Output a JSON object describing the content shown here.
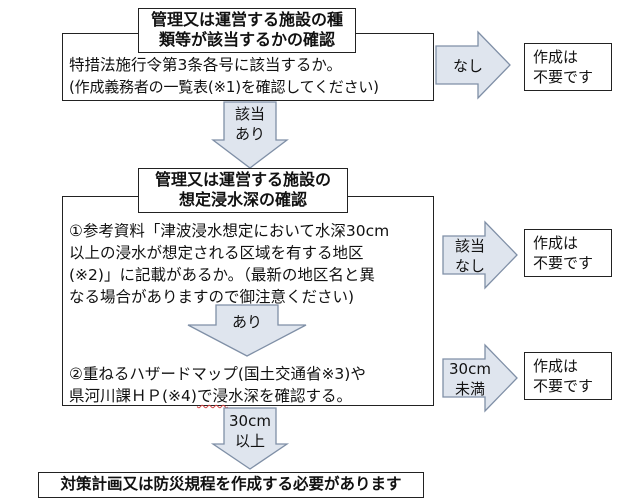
{
  "colors": {
    "arrow_fill": "#dfe5ee",
    "arrow_stroke": "#7f8fa6",
    "border": "#222222",
    "spell_check": "#d04040"
  },
  "step1": {
    "title_lines": [
      "管理又は運営する施設の種",
      "類等が該当するかの確認"
    ],
    "body_lines": [
      "特措法施行令第3条各号に該当するか。",
      "(作成義務者の一覧表(※1)を確認してください)"
    ]
  },
  "step2": {
    "title_lines": [
      "管理又は運営する施設の",
      "想定浸水深の確認"
    ],
    "item1_lines": [
      "①参考資料「津波浸水想定において水深30cm",
      "以上の浸水が想定される区域を有する地区",
      "(※2)」に記載があるか。（最新の地区名と異",
      "なる場合がありますので御注意ください)"
    ],
    "inner_arrow_label": "あり",
    "item2_line1": "②重ねるハザードマップ(国土交通省※3)や",
    "item2_line2_pre": "県河川課ＨＰ(※4)",
    "item2_line2_mark": "で浸",
    "item2_line2_post": "水深を確認する。"
  },
  "arrows": {
    "step1_right": "なし",
    "step1_down": [
      "該当",
      "あり"
    ],
    "item1_right": [
      "該当",
      "なし"
    ],
    "item2_right": [
      "30cm",
      "未満"
    ],
    "step2_down": [
      "30cm",
      "以上"
    ]
  },
  "outcomes": {
    "not_required_1": [
      "作成は",
      "不要です"
    ],
    "not_required_2": [
      "作成は",
      "不要です"
    ],
    "not_required_3": [
      "作成は",
      "不要です"
    ]
  },
  "conclusion": "対策計画又は防災規程を作成する必要があります"
}
